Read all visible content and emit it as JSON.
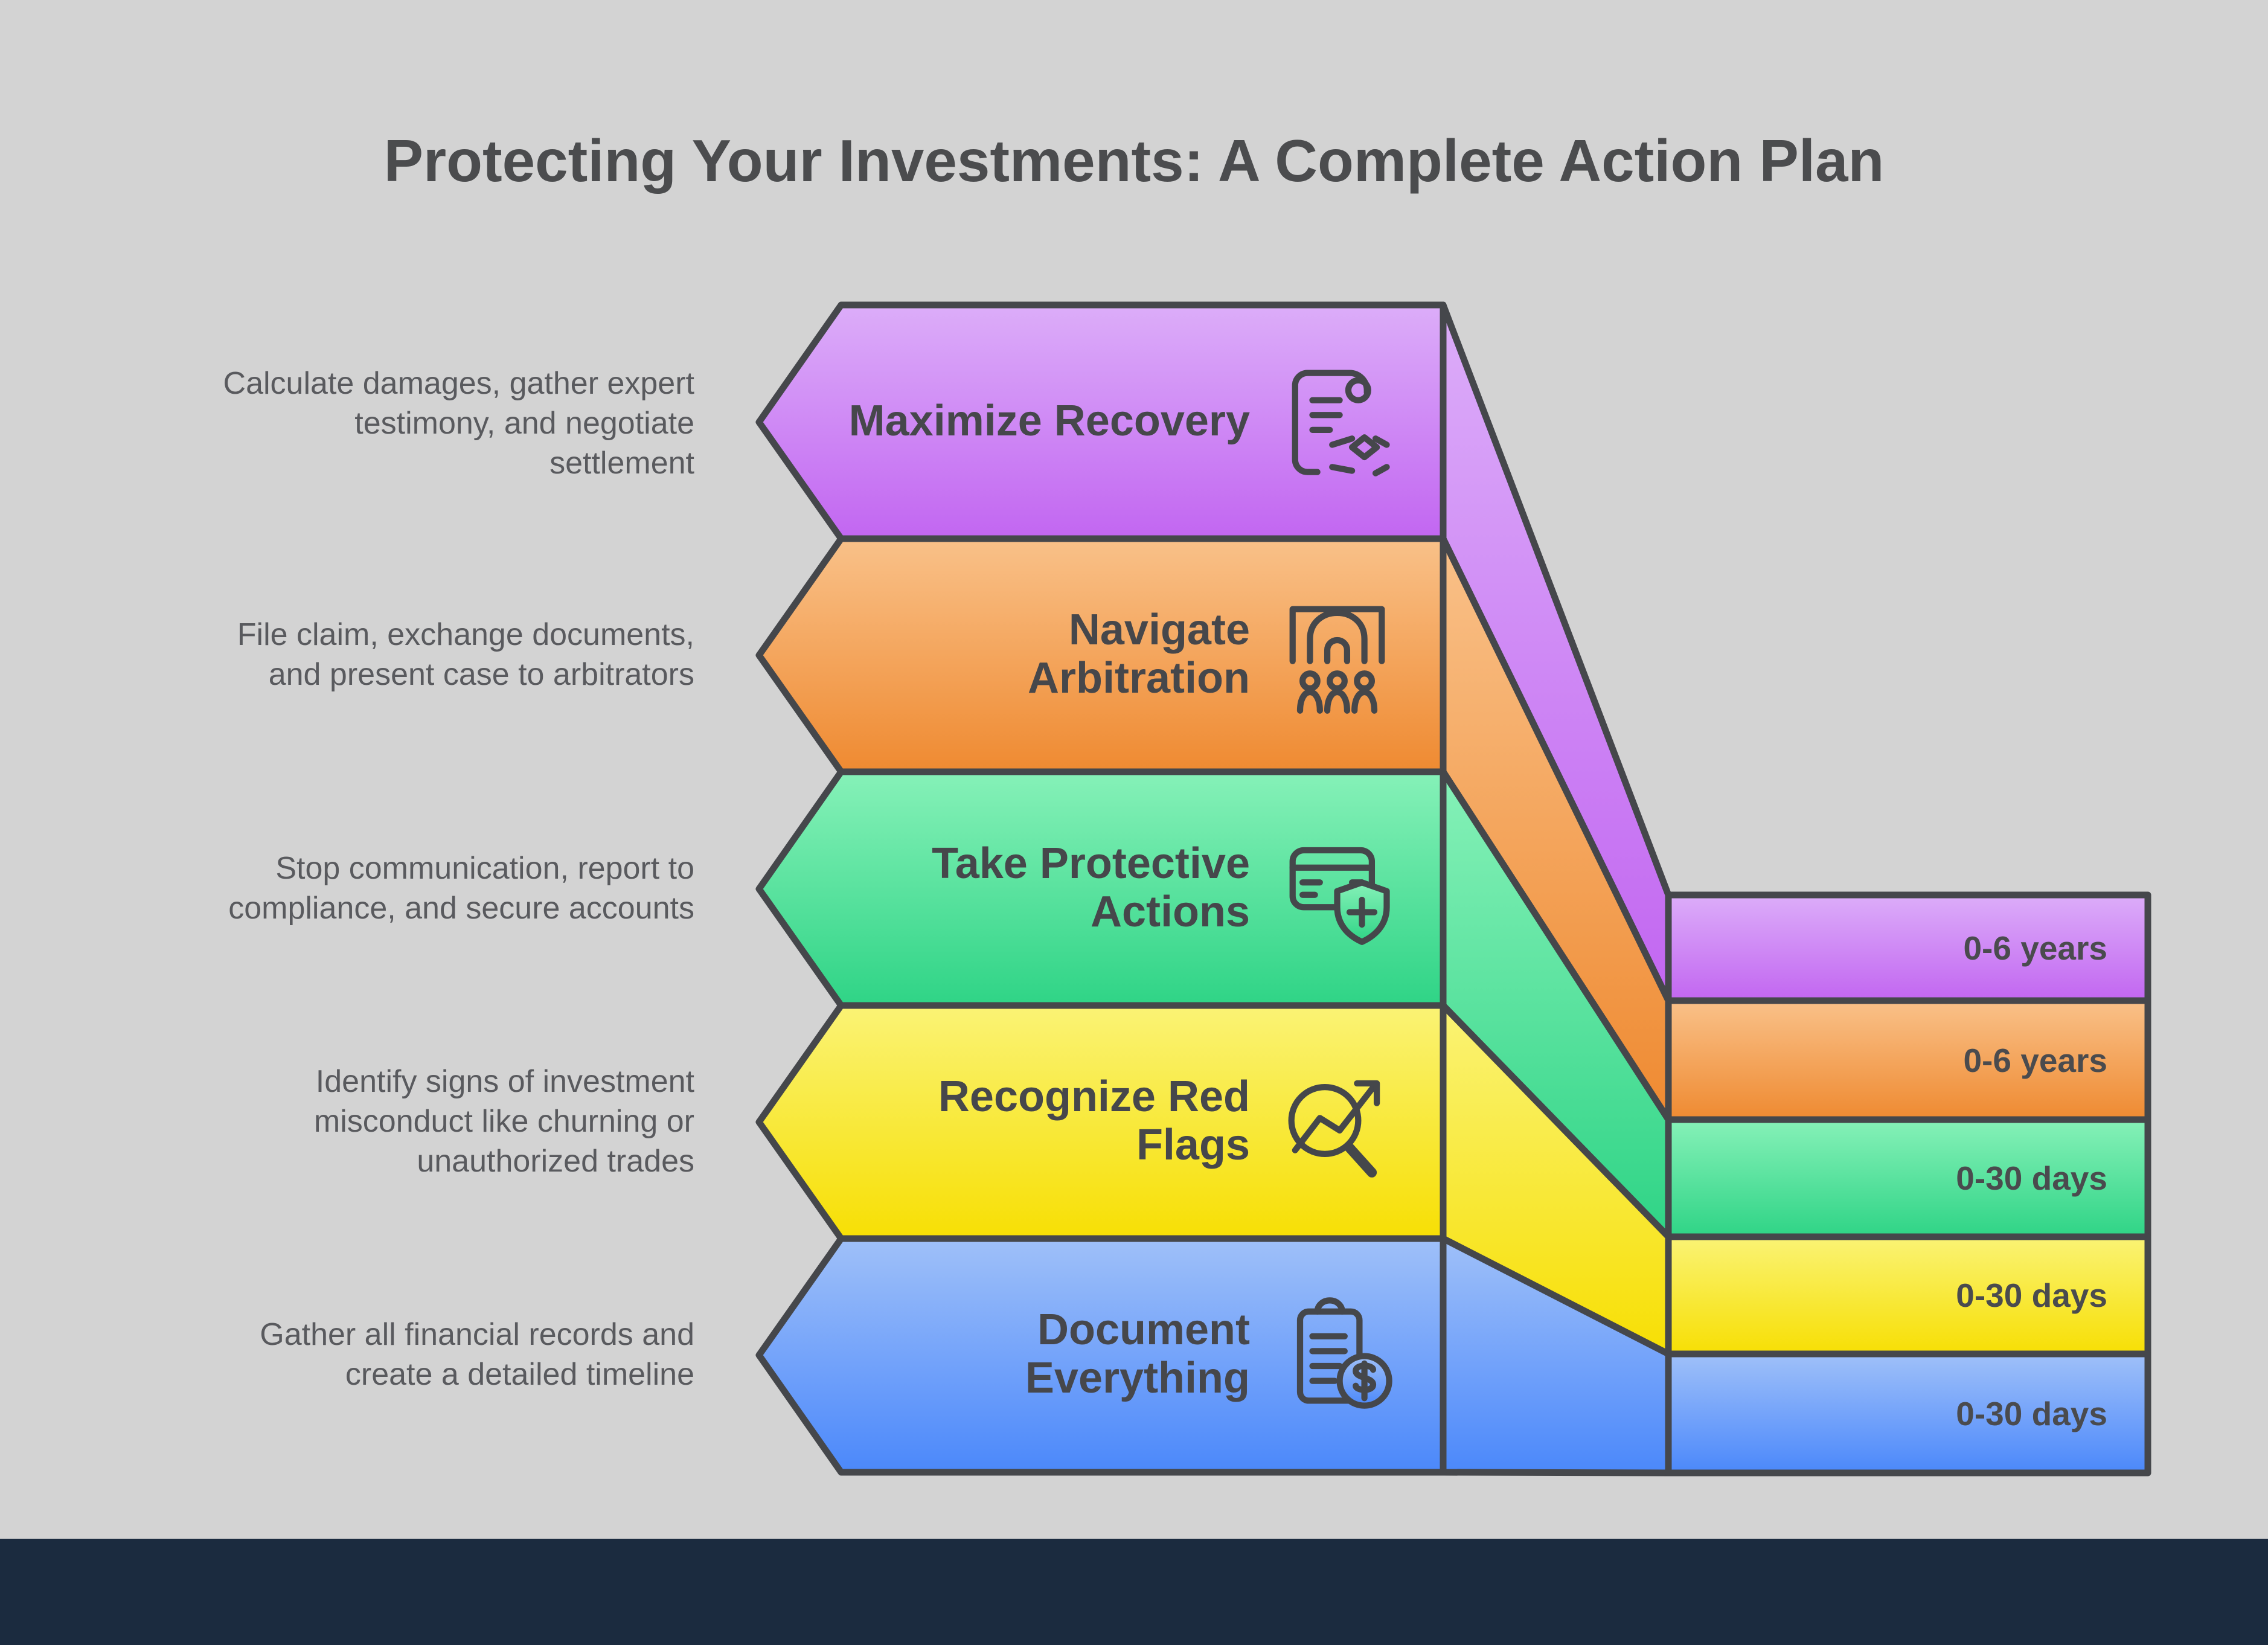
{
  "title": "Protecting Your Investments: A Complete Action Plan",
  "colors": {
    "background": "#d3d3d3",
    "footer": "#1b2b3f",
    "stroke": "#45474b",
    "title_text": "#4b4c4e",
    "description_text": "#595a5e",
    "label_text": "#46474b",
    "duration_text": "#4a4b4e",
    "purple_top": "#dcadf9",
    "purple_bottom": "#c266f1",
    "orange_top": "#f9c189",
    "orange_bottom": "#ef8a31",
    "green_top": "#86f1b8",
    "green_bottom": "#2fd486",
    "yellow_top": "#faf375",
    "yellow_bottom": "#f7df04",
    "blue_top": "#9fc0f9",
    "blue_bottom": "#4b88fa"
  },
  "steps": [
    {
      "label_line1": "Maximize Recovery",
      "label_line2": "",
      "duration": "0-6 years",
      "desc_line1": "Calculate damages, gather expert",
      "desc_line2": "testimony, and negotiate",
      "desc_line3": "settlement",
      "icon": "contract-handshake-icon"
    },
    {
      "label_line1": "Navigate",
      "label_line2": "Arbitration",
      "duration": "0-6 years",
      "desc_line1": "File claim, exchange documents,",
      "desc_line2": "and present case to arbitrators",
      "desc_line3": "",
      "icon": "arbitration-panel-icon"
    },
    {
      "label_line1": "Take Protective",
      "label_line2": "Actions",
      "duration": "0-30 days",
      "desc_line1": "Stop communication, report to",
      "desc_line2": "compliance, and secure accounts",
      "desc_line3": "",
      "icon": "card-shield-icon"
    },
    {
      "label_line1": "Recognize Red",
      "label_line2": "Flags",
      "duration": "0-30 days",
      "desc_line1": "Identify signs of investment",
      "desc_line2": "misconduct like churning or",
      "desc_line3": "unauthorized trades",
      "icon": "magnifier-trend-icon"
    },
    {
      "label_line1": "Document",
      "label_line2": "Everything",
      "duration": "0-30 days",
      "desc_line1": "Gather all financial records and",
      "desc_line2": "create a detailed timeline",
      "desc_line3": "",
      "icon": "clipboard-dollar-icon"
    }
  ]
}
